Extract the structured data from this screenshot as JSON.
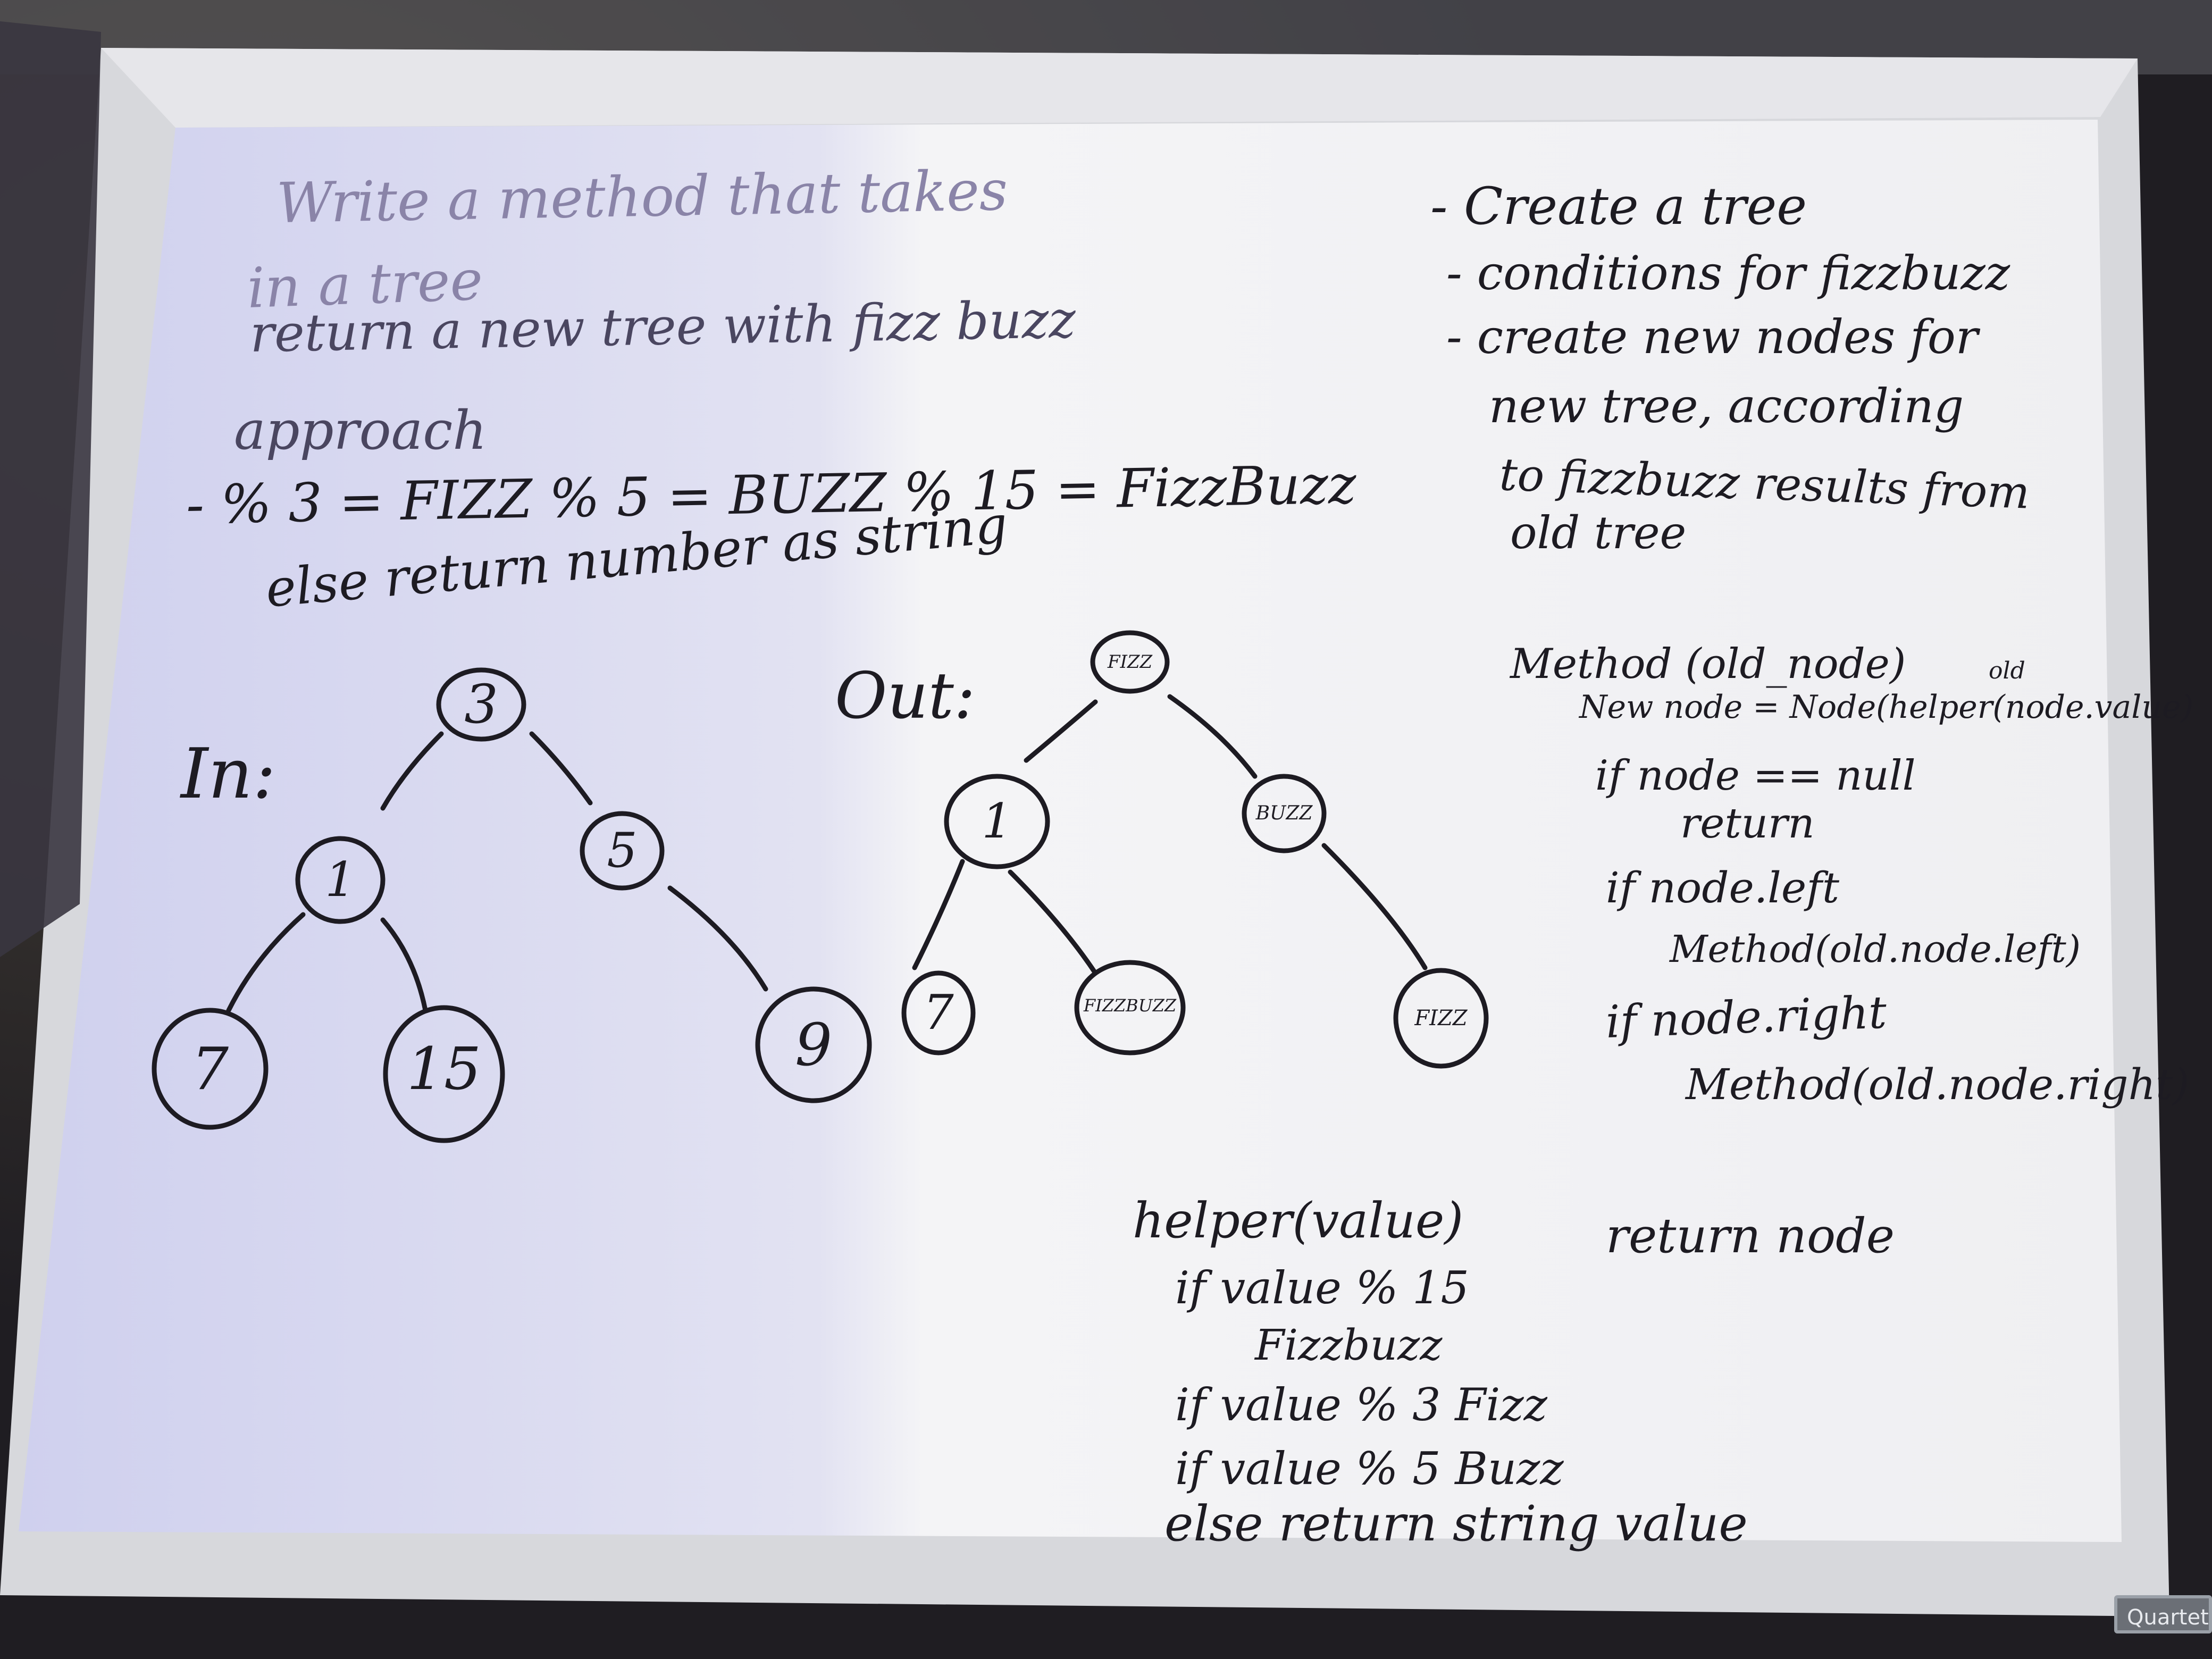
{
  "scene": "whiteboard",
  "colors": {
    "background": "#2c2a2e",
    "board_frame": "#d9dade",
    "board_surface": "#f1f1f3",
    "marker_black": "#1d1b22",
    "marker_faint": "#8a84a8"
  },
  "left_notes": {
    "line1": "Write a method that takes",
    "line2": "in a tree",
    "line3": "return a new tree with fizz buzz",
    "approach": "approach",
    "rule": "- % 3 = FIZZ % 5 = BUZZ % 15 = FizzBuzz",
    "else_line": "else return number as string"
  },
  "in_tree": {
    "label": "In:",
    "nodes": [
      "3",
      "1",
      "5",
      "7",
      "15",
      "9"
    ]
  },
  "out_tree": {
    "label": "Out:",
    "nodes": [
      "FIZZ",
      "1",
      "BUZZ",
      "7",
      "FIZZBUZZ",
      "FIZZ"
    ]
  },
  "right_notes": {
    "item1": "- Create a tree",
    "item2": "- conditions for fizzbuzz",
    "item3": "- create new nodes for",
    "item3b": "new tree, according",
    "item3c": "to fizzbuzz results from",
    "item3d": "old tree"
  },
  "method_code": {
    "signature": "Method (old_node)",
    "annotation": "old",
    "line1": "New node = Node(helper(node.value)",
    "line2": "if node == null",
    "line3": "return",
    "line4": "if node.left",
    "line5": "Method(old.node.left)",
    "line6": "if node.right",
    "line7": "Method(old.node.right)",
    "line8": "return node"
  },
  "helper_code": {
    "signature": "helper(value)",
    "line1": "if value % 15",
    "line2": "Fizzbuzz",
    "line3": "if value % 3 Fizz",
    "line4": "if value % 5 Buzz",
    "line5": "else return string value"
  },
  "brand_badge": "Quartet"
}
